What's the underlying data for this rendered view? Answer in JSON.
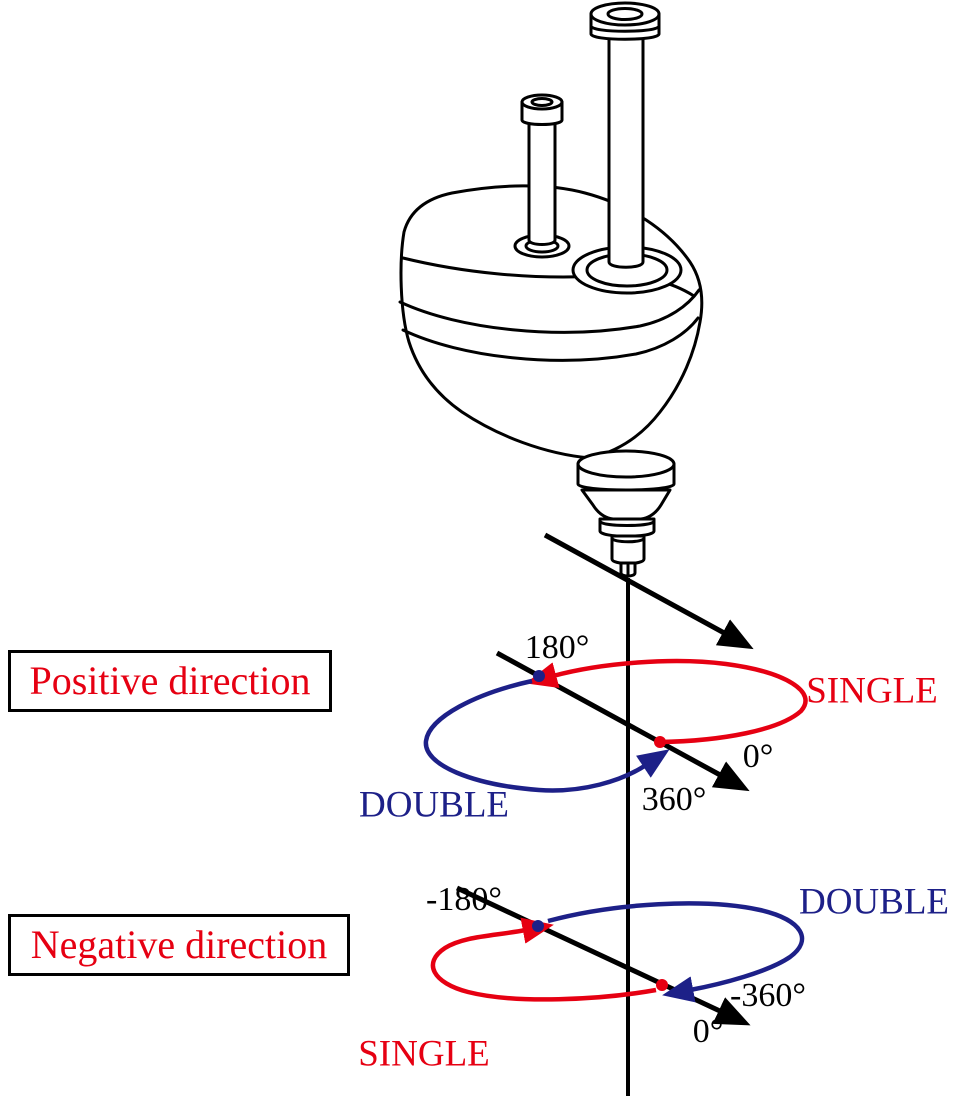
{
  "positive": {
    "box_label": "Positive direction",
    "angle_180": "180°",
    "angle_0": "0°",
    "angle_360": "360°",
    "single_label": "SINGLE",
    "double_label": "DOUBLE"
  },
  "negative": {
    "box_label": "Negative direction",
    "angle_180": "-180°",
    "angle_0": "0°",
    "angle_360": "-360°",
    "single_label": "SINGLE",
    "double_label": "DOUBLE"
  },
  "colors": {
    "single": "#e60012",
    "double": "#1d2088",
    "line": "#000000"
  }
}
